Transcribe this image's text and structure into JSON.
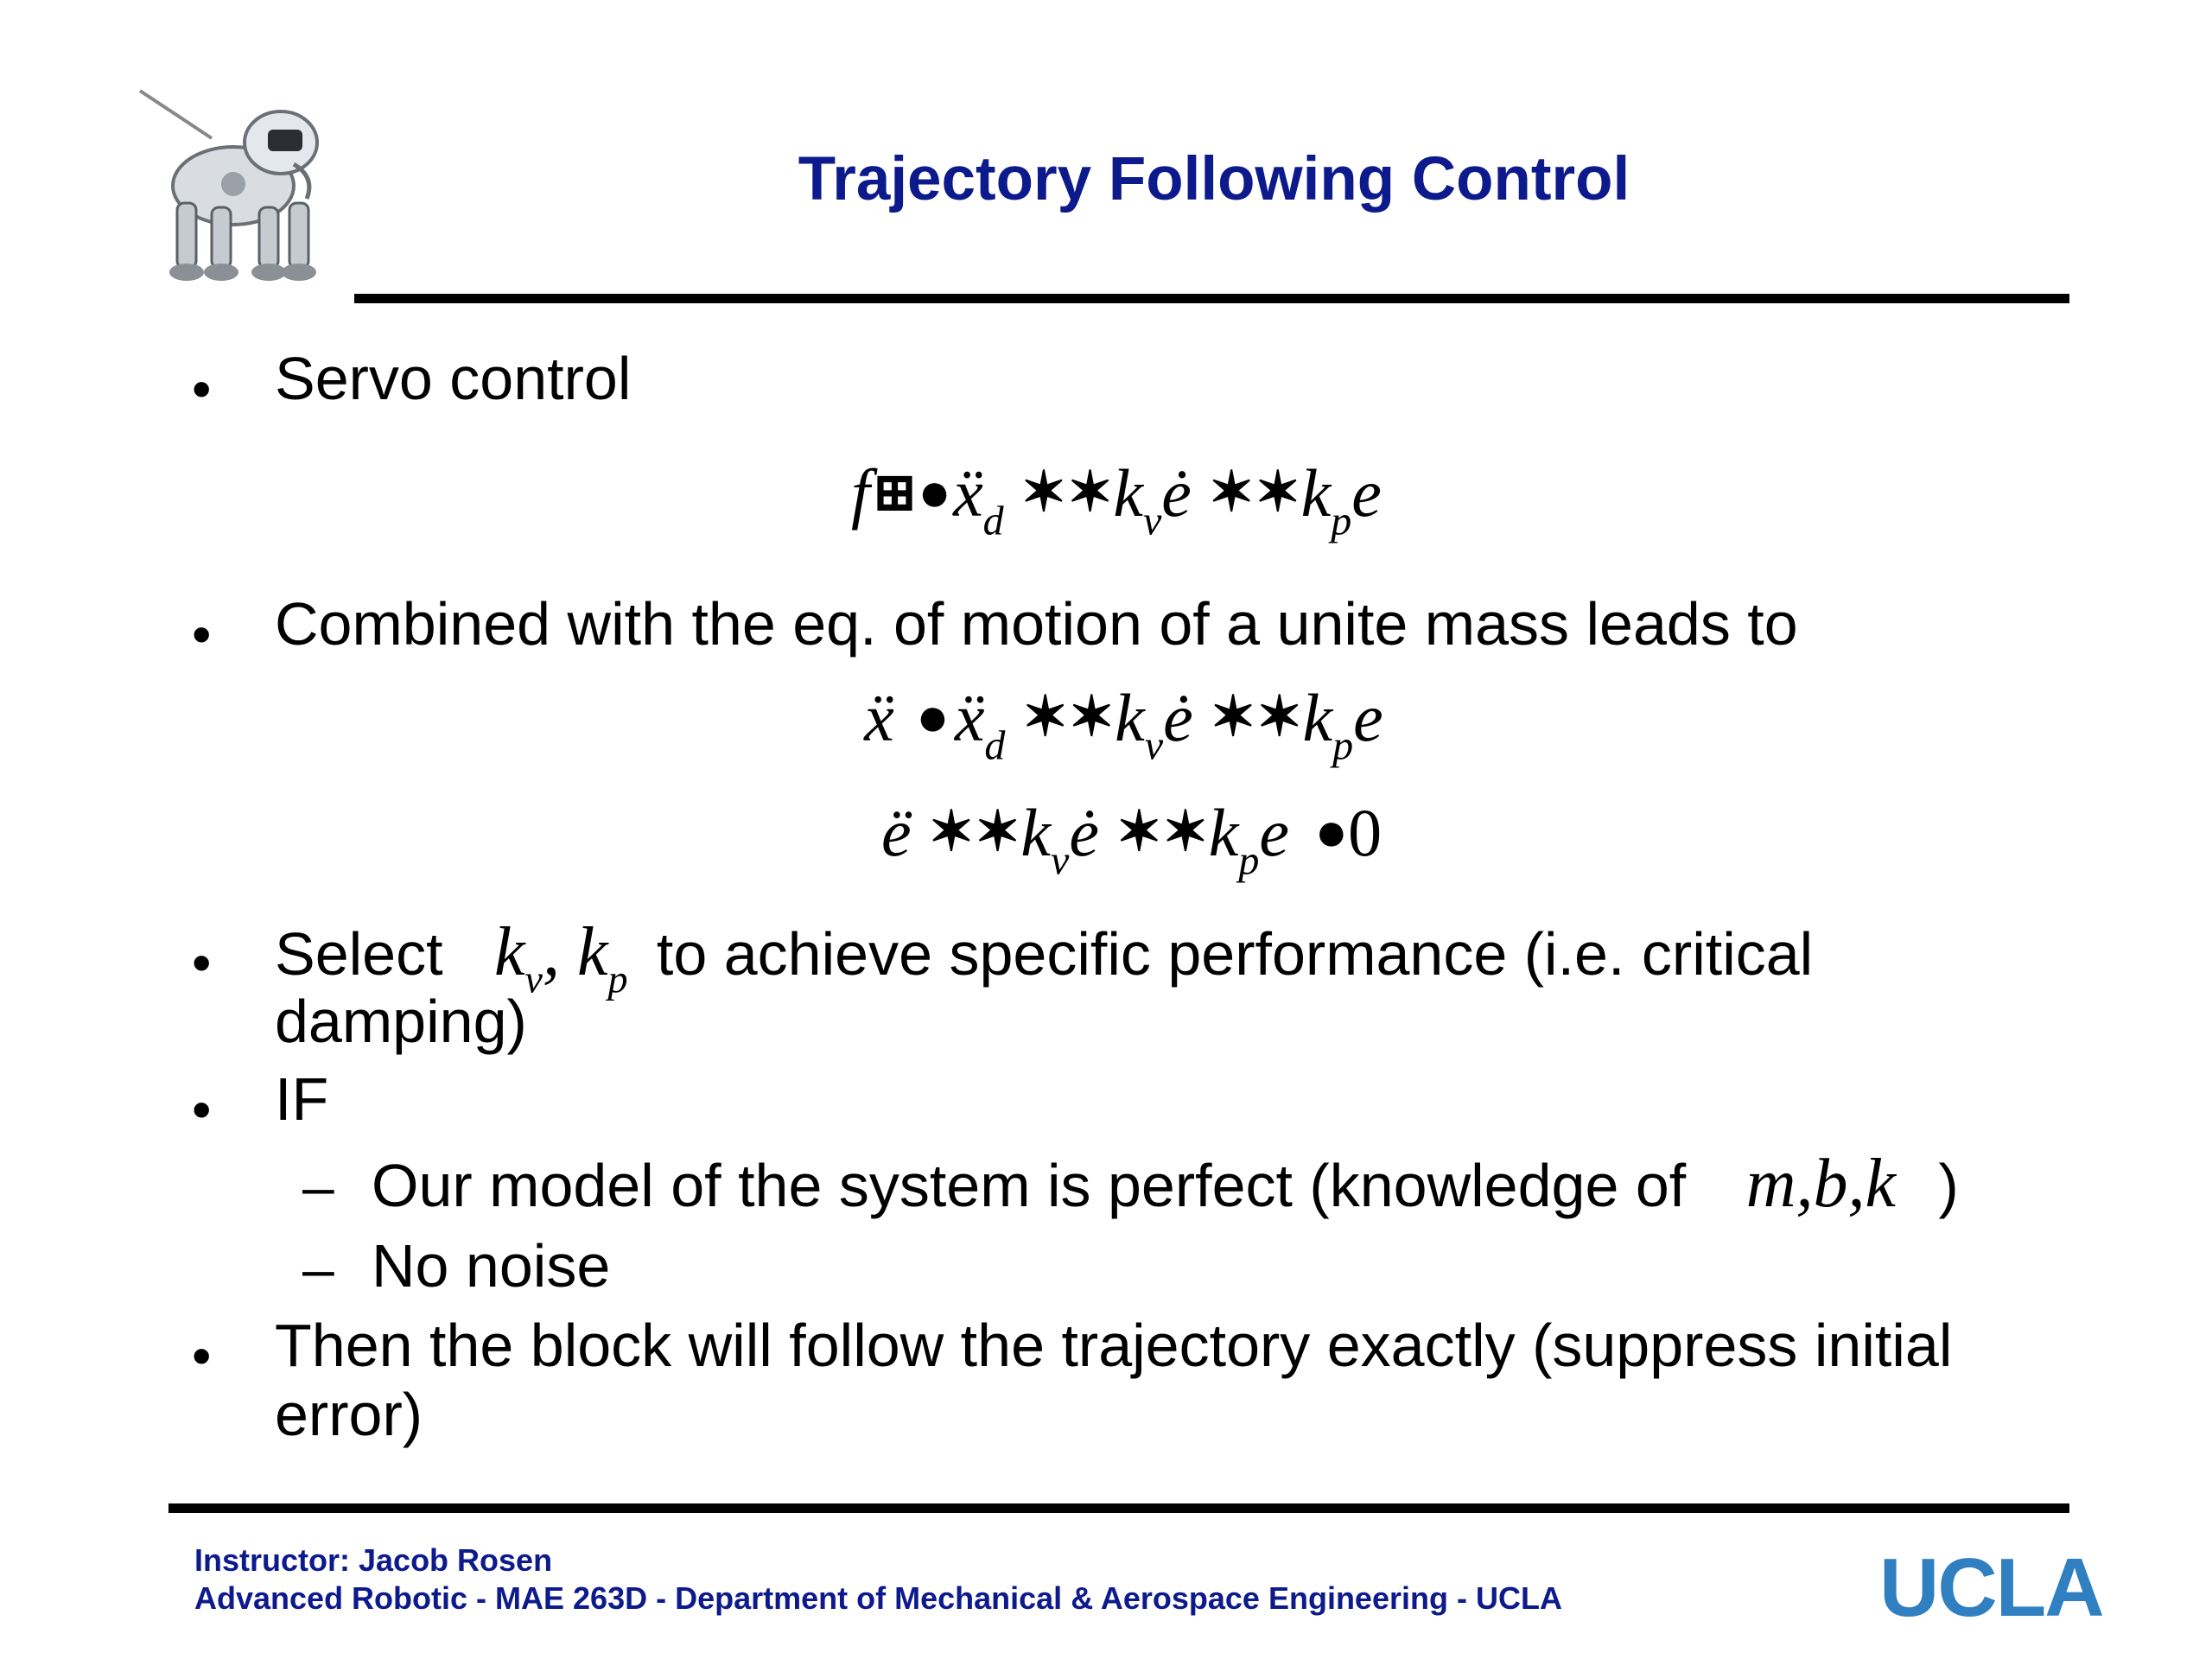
{
  "header": {
    "title": "Trajectory Following Control"
  },
  "bullets": {
    "b1": "Servo control",
    "b2": "Combined with the eq. of motion of a unite mass leads to",
    "b3_pre": "Select",
    "b3_post": "to achieve specific performance (i.e. critical",
    "b3_cont": "damping)",
    "b4": "IF",
    "b4_sub1_pre": "Our model of the system is perfect (knowledge of",
    "b4_sub1_post": ")",
    "b4_sub2": "No noise",
    "b5": "Then the block will follow the trajectory exactly (suppress initial",
    "b5_cont": "error)"
  },
  "math": {
    "kv_kp": "k, k",
    "mbk": "m,b,k",
    "zero": "0"
  },
  "footer": {
    "instructor": "Instructor: Jacob Rosen",
    "course": "Advanced Robotic - MAE 263D - Department of Mechanical & Aerospace Engineering - UCLA",
    "brand": "UCLA"
  },
  "colors": {
    "title": "#0d1a8c",
    "footer_text": "#0d1a8c",
    "brand": "#2f7fc1"
  }
}
